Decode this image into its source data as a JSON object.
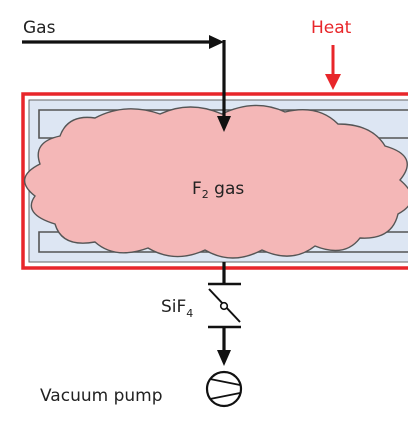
{
  "labels": {
    "gas_inlet": "Gas",
    "heat": "Heat",
    "cloud_main": "F",
    "cloud_sub": "2",
    "cloud_suffix": " gas",
    "valve_main": "SiF",
    "valve_sub": "4",
    "pump": "Vacuum pump"
  },
  "colors": {
    "heat": "#e8262a",
    "chamber_fill": "#dde6f3",
    "cloud_fill": "#f4b7b7",
    "line": "#111111",
    "outline": "#555555",
    "text": "#222222"
  },
  "icons": {
    "valve": "valve-icon",
    "pump": "vacuum-pump-icon",
    "heat_arrow": "arrow-down-icon",
    "gas_arrow": "arrow-right-icon"
  }
}
